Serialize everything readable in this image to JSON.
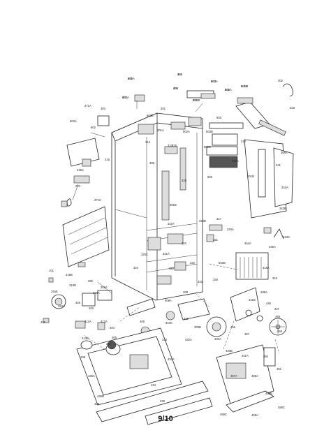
{
  "page": {
    "number": "9/10"
  },
  "callouts": [
    "501",
    "503A",
    "301",
    "503A",
    "501A",
    "201",
    "271B",
    "501B",
    "302",
    "271A",
    "303",
    "503A",
    "502",
    "503",
    "502B",
    "201",
    "301A",
    "502A",
    "503B",
    "333",
    "314",
    "310",
    "306A",
    "310",
    "315",
    "315C",
    "270",
    "271C",
    "306",
    "326",
    "328",
    "501B",
    "502C",
    "503",
    "201B",
    "342A",
    "341",
    "343A",
    "343B",
    "343C",
    "344A",
    "345A",
    "315A",
    "316",
    "317",
    "320B",
    "320A",
    "321",
    "322",
    "322A",
    "321A",
    "320C",
    "324",
    "329",
    "342",
    "343",
    "330",
    "502B",
    "101",
    "315B",
    "315D",
    "315E",
    "324A",
    "325",
    "326A",
    "303A",
    "350",
    "102",
    "410",
    "412A",
    "413A",
    "413B",
    "404",
    "405",
    "406",
    "409A",
    "408",
    "411",
    "409B",
    "310C",
    "312",
    "314",
    "432A",
    "433A",
    "434",
    "435",
    "436A",
    "436B",
    "438",
    "439",
    "440A",
    "440B",
    "441A",
    "441B",
    "439A",
    "445",
    "447",
    "448",
    "449",
    "450",
    "451",
    "455",
    "457",
    "457A",
    "458A",
    "458B",
    "458C",
    "459A",
    "459C",
    "460A",
    "461",
    "462",
    "463",
    "464",
    "465",
    "501C",
    "502D"
  ]
}
